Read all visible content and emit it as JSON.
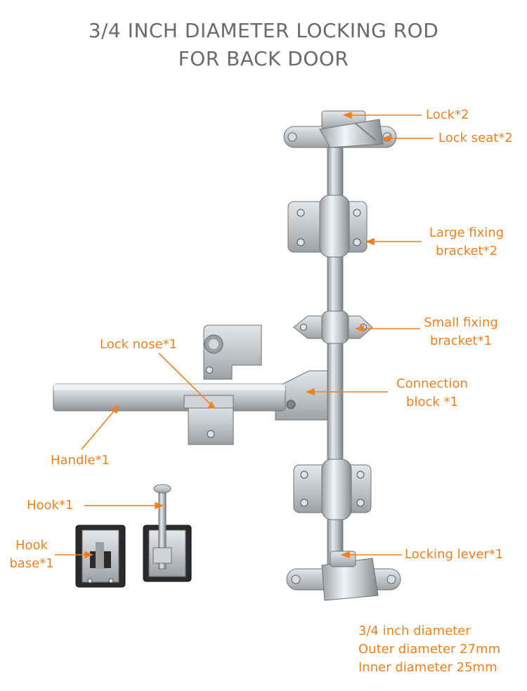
{
  "title": {
    "line1": "3/4 INCH DIAMETER LOCKING ROD",
    "line2": "FOR BACK DOOR"
  },
  "labels": {
    "lock": "Lock*2",
    "lock_seat": "Lock seat*2",
    "large_bracket_1": "Large fixing",
    "large_bracket_2": "bracket*2",
    "small_bracket_1": "Small fixing",
    "small_bracket_2": "bracket*1",
    "lock_nose": "Lock nose*1",
    "connection_block_1": "Connection",
    "connection_block_2": "block *1",
    "handle": "Handle*1",
    "hook": "Hook*1",
    "hook_base_1": "Hook",
    "hook_base_2": "base*1",
    "locking_lever": "Locking lever*1"
  },
  "specs": {
    "line1": "3/4 inch diameter",
    "line2": "Outer diameter 27mm",
    "line3": "Inner diameter 25mm"
  },
  "colors": {
    "title": "#6a6a6a",
    "label": "#f07f1d",
    "leader": "#f07f1d",
    "steel": "#b8bcc0",
    "steel_dark": "#7d8286",
    "rubber": "#2a2a2a"
  }
}
